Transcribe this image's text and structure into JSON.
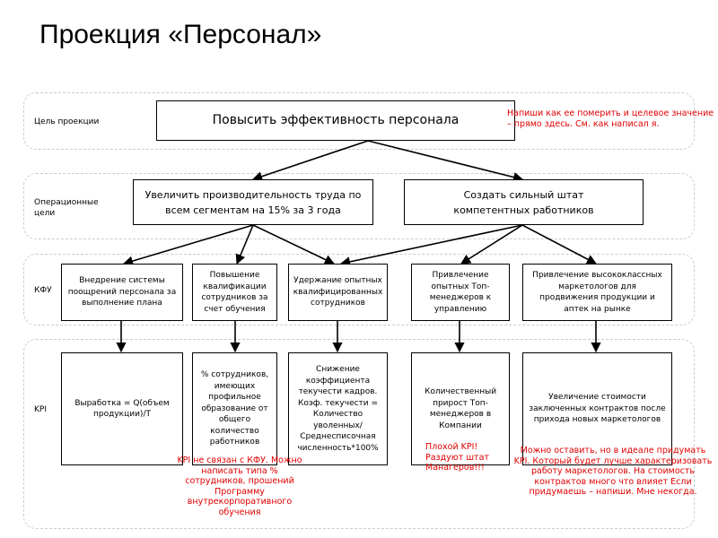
{
  "title": "Проекция «Персонал»",
  "rows": {
    "goal": "Цель проекции",
    "operational": "Операционные цели",
    "kfu": "КФУ",
    "kpi": "KPI"
  },
  "goal_box": "Повысить эффективность персонала",
  "operational_goals": [
    "Увеличить производительность труда по всем сегментам на 15% за 3 года",
    "Создать сильный штат компетентных работников"
  ],
  "kfu": [
    "Внедрение системы поощрений персонала за выполнение плана",
    "Повышение квалификации сотрудников за счет обучения",
    "Удержание опытных квалифицированных сотрудников",
    "Привлечение опытных Топ-менеджеров к управлению",
    "Привлечение высококлассных маркетологов для продвижения продукции и аптек на рынке"
  ],
  "kpi": [
    "Выработка = Q(объем продукции)/Т",
    "% сотрудников, имеющих профильное образование от общего количество работников",
    "Снижение коэффициента текучести кадров. Коэф. текучести = Количество уволенных/ Среднесписочная численность*100%",
    "Количественный прирост Топ-менеджеров в Компании",
    "Увеличение стоимости заключенных контрактов после прихода новых маркетологов"
  ],
  "notes": {
    "goal": "Напиши как ее померить и целевое значение – прямо здесь. См. как написал я.",
    "kpi2": "KPI не связан с КФУ. Можно написать типа % сотрудников, прошений Программу внутрекорпоративного обучения",
    "kpi4": "Плохой KPI! Раздуют штат Манагеров!!!",
    "kpi5": "Можно оставить, но в идеале придумать KPI. Который будет лучше характеризовать работу маркетологов. На стоимость контрактов много что влияет Если придумаешь – напиши. Мне некогда."
  },
  "colors": {
    "note": "#e00000",
    "band_border": "#cccccc"
  }
}
